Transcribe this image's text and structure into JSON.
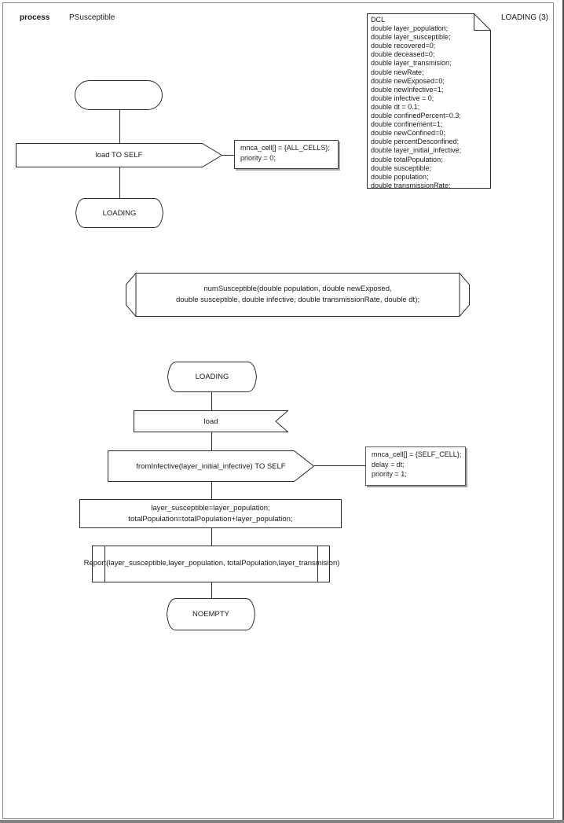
{
  "header": {
    "kind_label": "process",
    "process_name": "PSusceptible",
    "state_indicator": "LOADING (3)"
  },
  "dcl_note": {
    "title": "DCL",
    "lines": [
      "double layer_population;",
      "double layer_susceptible;",
      "double recovered=0;",
      "double deceased=0;",
      "double layer_transmision;",
      "double newRate;",
      "double newExposed=0;",
      "double newInfective=1;",
      "double infective = 0;",
      "double dt = 0.1;",
      "double confinedPercent=0.3;",
      "double confinement=1;",
      "double newConfined=0;",
      "double percentDesconfined;",
      "double layer_initial_infective;",
      "double totalPopulation;",
      "double susceptible;",
      "double population;",
      "double transmissionRate;"
    ]
  },
  "top_chart": {
    "send_label": "load TO SELF",
    "send_note_lines": [
      "mnca_cell[] = {ALL_CELLS};",
      "priority = 0;"
    ],
    "loading_state_label": "LOADING"
  },
  "function_def": {
    "line1": "numSusceptible(double population, double newExposed,",
    "line2": "double susceptible, double infective, double transmissionRate, double dt);"
  },
  "lower_chart": {
    "loading_state_label": "LOADING",
    "receive_label": "load",
    "send_label": "fromInfective(layer_initial_infective) TO SELF",
    "send_note_lines": [
      "mnca_cell[] = {SELF_CELL};",
      "delay = dt;",
      "priority = 1;"
    ],
    "assign_line1": "layer_susceptible=layer_population;",
    "assign_line2": "totalPopulation=totalPopulation+layer_population;",
    "report_label": "Report(layer_susceptible,layer_population, totalPopulation,layer_transmision)",
    "noempty_state_label": "NOEMPTY"
  },
  "colors": {
    "stroke": "#2b2b2b",
    "page_border": "#8a8a8a",
    "shadow": "#a9a9a9"
  }
}
